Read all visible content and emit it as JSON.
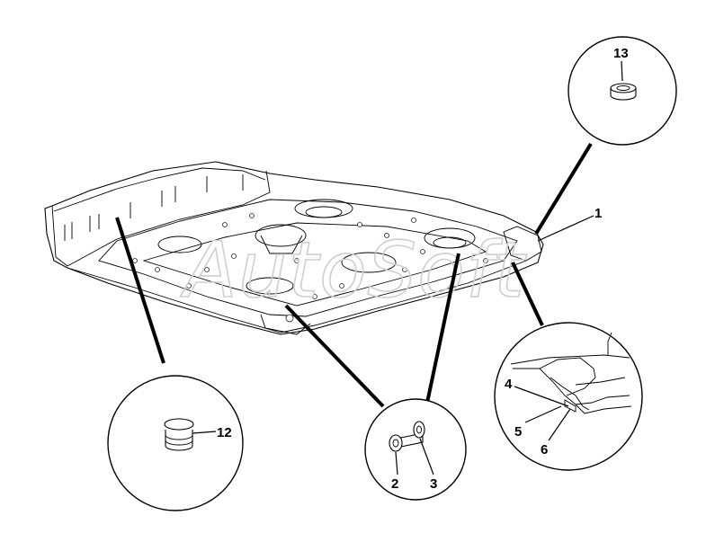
{
  "diagram": {
    "watermark": "AutoSoft",
    "callouts": [
      {
        "id": "1",
        "label": "1"
      },
      {
        "id": "2",
        "label": "2"
      },
      {
        "id": "3",
        "label": "3"
      },
      {
        "id": "4",
        "label": "4"
      },
      {
        "id": "5",
        "label": "5"
      },
      {
        "id": "6",
        "label": "6"
      },
      {
        "id": "12",
        "label": "12"
      },
      {
        "id": "13",
        "label": "13"
      }
    ]
  }
}
